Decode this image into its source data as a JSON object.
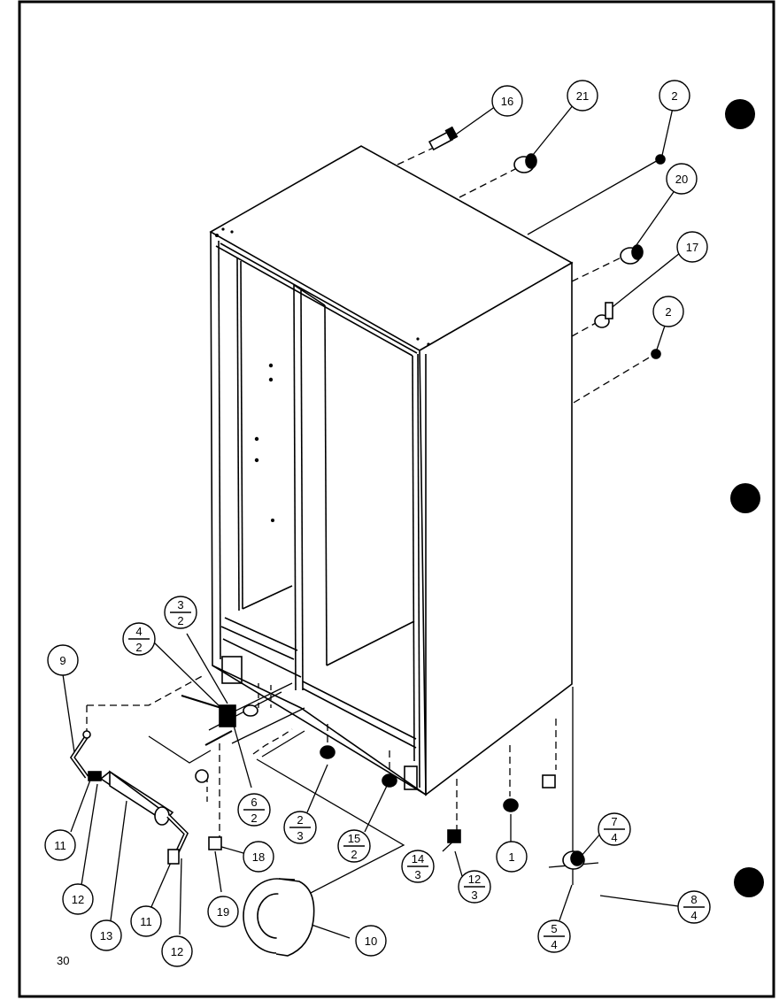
{
  "page": {
    "number": "30"
  },
  "callouts": {
    "c16": "16",
    "c21": "21",
    "c2a": "2",
    "c20": "20",
    "c17": "17",
    "c2b": "2",
    "c9": "9",
    "c11a": "11",
    "c12a": "12",
    "c13": "13",
    "c11b": "11",
    "c12b": "12",
    "c19": "19",
    "c18": "18",
    "c10": "10",
    "c1": "1",
    "f4_2": {
      "num": "4",
      "den": "2"
    },
    "f3_2": {
      "num": "3",
      "den": "2"
    },
    "f6_2": {
      "num": "6",
      "den": "2"
    },
    "f2_3": {
      "num": "2",
      "den": "3"
    },
    "f15_2": {
      "num": "15",
      "den": "2"
    },
    "f14_3": {
      "num": "14",
      "den": "3"
    },
    "f12_3": {
      "num": "12",
      "den": "3"
    },
    "f7_4": {
      "num": "7",
      "den": "4"
    },
    "f5_4": {
      "num": "5",
      "den": "4"
    },
    "f8_4": {
      "num": "8",
      "den": "4"
    }
  }
}
